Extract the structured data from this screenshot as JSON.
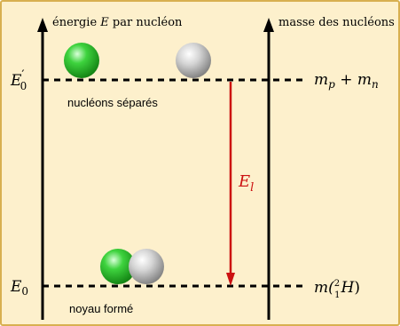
{
  "axis_left_label": {
    "prefix": "énergie ",
    "symbol": "E",
    "suffix": " par nucléon"
  },
  "axis_right_label": "masse des nucléons",
  "level_high": {
    "energy_label": {
      "base": "E",
      "prime": "′",
      "sub": "0"
    },
    "caption": "nucléons séparés",
    "mass_label": {
      "m1": "m",
      "s1": "p",
      "plus": " + ",
      "m2": "m",
      "s2": "n"
    }
  },
  "level_low": {
    "energy_label": {
      "base": "E",
      "sub": "0"
    },
    "caption": "noyau formé",
    "mass_label": {
      "open": "m(",
      "mass_num": "2",
      "atomic_num": "1",
      "symbol": "H",
      "close": ")"
    }
  },
  "transition_label": {
    "base": "E",
    "sub": "l"
  },
  "colors": {
    "background": "#fdf0cc",
    "border": "#d8b050",
    "axis": "#000000",
    "arrow": "#cc1111",
    "proton": "#1fb81f",
    "neutron": "#b8b8b8"
  }
}
